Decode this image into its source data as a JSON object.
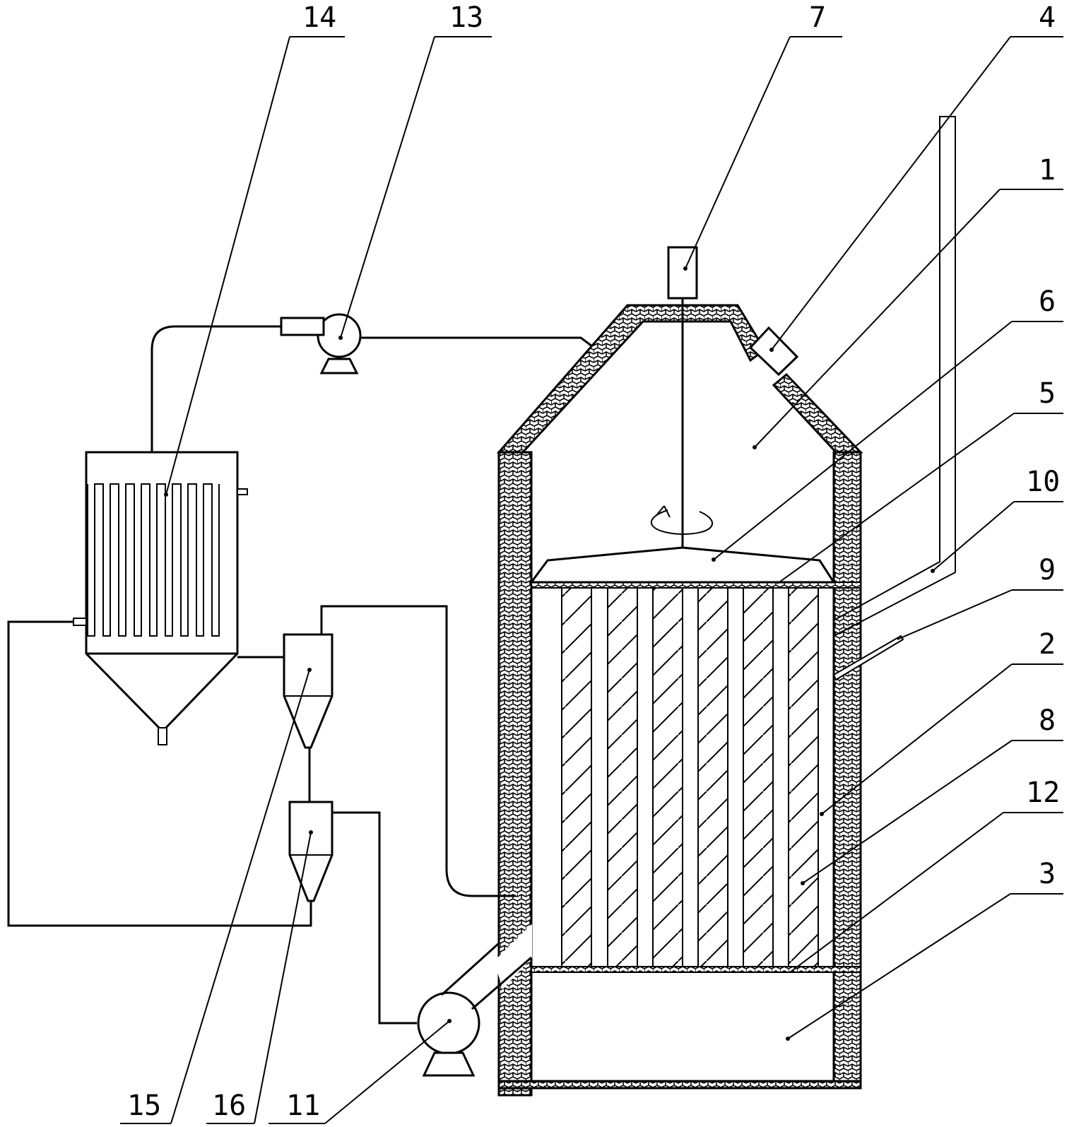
{
  "labels": {
    "l1": "1",
    "l2": "2",
    "l3": "3",
    "l4": "4",
    "l5": "5",
    "l6": "6",
    "l7": "7",
    "l8": "8",
    "l9": "9",
    "l10": "10",
    "l11": "11",
    "l12": "12",
    "l13": "13",
    "l14": "14",
    "l15": "15",
    "l16": "16"
  },
  "icons": {
    "insulation": "brick-hatch-pattern",
    "reactor_packing": "diagonal-hatch-pattern",
    "rotation": "rotation-arrow-icon",
    "fan": "centrifugal-fan-icon"
  }
}
